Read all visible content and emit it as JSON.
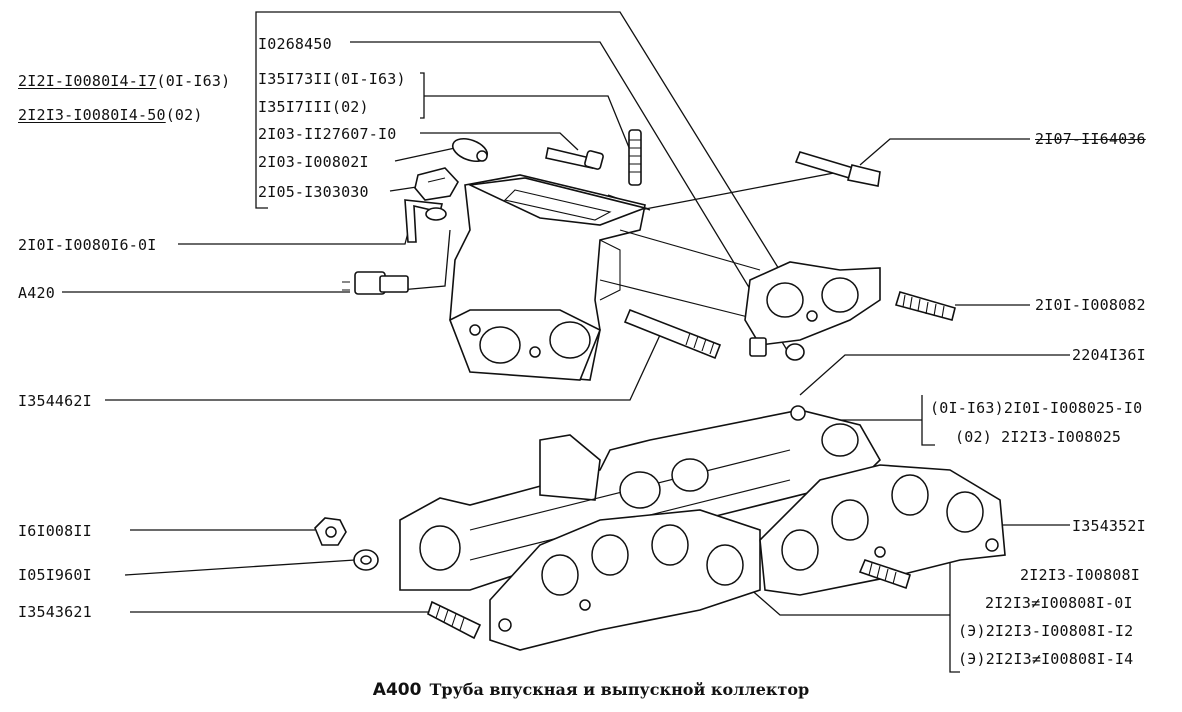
{
  "caption": {
    "code": "A400",
    "title": "Труба впускная и выпускной коллектор"
  },
  "labels": {
    "l01": "I0268450",
    "l02": "I35I73II(0I-I63)",
    "l03": "I35I7III(02)",
    "l04": "2I03-II27607-I0",
    "l05": "2I03-I00802I",
    "l06": "2I05-I303030",
    "l07a": "2I2I-I0080I4-I7",
    "l07b": "(0I-I63)",
    "l08a": "2I2I3-I0080I4-50",
    "l08b": "(02)",
    "l09": "2I07-II64036",
    "l10": "2I0I-I0080I6-0I",
    "l11": "A420",
    "l12": "2I0I-I008082",
    "l13": "I354462I",
    "l14": "2204I36I",
    "l15": "(0I-I63)2I0I-I008025-I0",
    "l16": "(02) 2I2I3-I008025",
    "l17": "I6I008II",
    "l18": "I354352I",
    "l19": "I05I960I",
    "l20": "2I2I3-I00808I",
    "l21": "I3543621",
    "l22": "2I2I3≠I00808I-0I",
    "l23": "(Э)2I2I3-I00808I-I2",
    "l24": "(Э)2I2I3≠I00808I-I4"
  }
}
